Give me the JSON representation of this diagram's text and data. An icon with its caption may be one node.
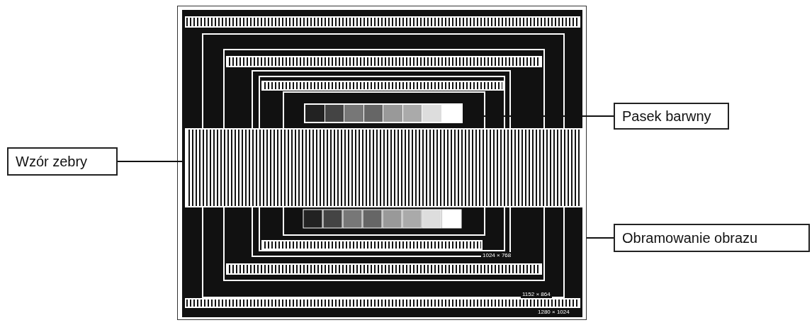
{
  "diagram": {
    "nodes": [
      {
        "text": [
          "Wzór zebry"
        ]
      },
      {
        "text": [
          "Pasek barwny"
        ]
      },
      {
        "text": [
          "Obramowanie obrazu"
        ]
      },
      {
        "text": [],
        "shape": "box"
      },
      {
        "text": [],
        "shape": "bar",
        "in": 3
      },
      {
        "text": [],
        "shape": "bar",
        "in": 3
      }
    ],
    "edges": [
      {
        "from": 0,
        "to": 4,
        "arrow": "none"
      },
      {
        "from": 1,
        "to": 5,
        "arrow": "none"
      },
      {
        "from": 2,
        "to": 3,
        "arrow": "none"
      }
    ],
    "labels": [
      "1024 × 768",
      "1152 × 864",
      "1280 × 1024"
    ]
  }
}
